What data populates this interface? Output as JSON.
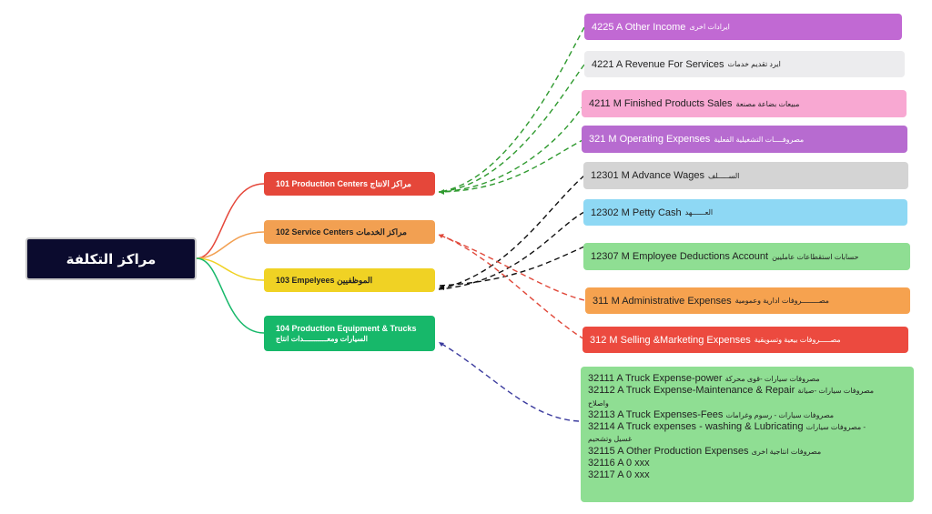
{
  "root": {
    "label": "مراكز التكلفة"
  },
  "centers": [
    {
      "label": "101 Production Centers مراكز الانتاج"
    },
    {
      "label": "102 Service Centers مراكز الخدمات"
    },
    {
      "label": "103  Empelyees الموظفيين"
    },
    {
      "line1": "104  Production Equipment & Trucks",
      "line2": "السيارات ومعـــــــــــدات انتاج"
    }
  ],
  "accounts": [
    {
      "code": "4225 A Other Income",
      "ar": "ايرادات اخرى",
      "color": "#c169d3"
    },
    {
      "code": "4221 A Revenue For Services",
      "ar": "ايرد تقديم خدمات",
      "color": "#ececee"
    },
    {
      "code": "4211 M Finished Products Sales",
      "ar": "مبيعات بضاعة مصنعة",
      "color": "#f8a8d2"
    },
    {
      "code": "321 M Operating Expenses",
      "ar": "مصروفــــات التشغيلية الفعلية",
      "color": "#b76bd0"
    },
    {
      "code": "12301 M Advance Wages",
      "ar": "الســـــلف",
      "color": "#d4d4d4"
    },
    {
      "code": "12302 M Petty Cash",
      "ar": "العــــــهد",
      "color": "#8ed8f4"
    },
    {
      "code": "12307 M  Employee Deductions Account",
      "ar": "حسابات  استقطاعات عامليين",
      "color": "#8fde93"
    },
    {
      "code": "311 M  Administrative Expenses",
      "ar": "مصــــــــروفات ادارية وعمومية",
      "color": "#f6a24f"
    },
    {
      "code": "312 M Selling &Marketing Expenses",
      "ar": "مصـــــروفات بيعية وتسويقية",
      "color": "#ec4a3f"
    }
  ],
  "trucks": {
    "lines": [
      {
        "code": "32111 A Truck Expense-power",
        "ar": "مصروفات سيارات -قوى محركة"
      },
      {
        "code": "32112 A Truck Expense-Maintenance & Repair",
        "ar": "مصروفات سيارات -صيانة"
      },
      {
        "code": "",
        "ar": "واصلاح"
      },
      {
        "code": "32113 A Truck Expenses-Fees",
        "ar": "مصروفات سيارات - رسوم وغرامات"
      },
      {
        "code": "32114 A Truck  expenses - washing & Lubricating",
        "ar": "مصروفات سيارات -"
      },
      {
        "code": "",
        "ar": "غسيل وتشحيم"
      },
      {
        "code": "32115 A Other Production  Expenses",
        "ar": "مصروفات انتاجية اخرى"
      },
      {
        "code": "32116 A 0 xxx",
        "ar": ""
      },
      {
        "code": "32117 A 0 xxx",
        "ar": ""
      }
    ]
  },
  "colors": {
    "root_bg": "#0b0b2e",
    "branch_red": "#e5473a",
    "branch_orange": "#f2a052",
    "branch_yellow": "#f0d224",
    "branch_green": "#17b86a",
    "link_green": "#2f9a2f",
    "link_black": "#111111",
    "link_red": "#e0483a",
    "link_blue": "#3b3b9e"
  }
}
